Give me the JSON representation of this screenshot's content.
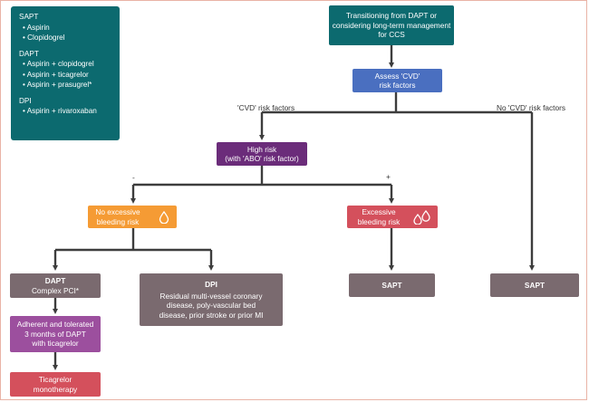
{
  "legend": {
    "sapt_title": "SAPT",
    "sapt_items": [
      "• Aspirin",
      "• Clopidogrel"
    ],
    "dapt_title": "DAPT",
    "dapt_items": [
      "• Aspirin + clopidogrel",
      "• Aspirin + ticagrelor",
      "• Aspirin + prasugrel*"
    ],
    "dpi_title": "DPI",
    "dpi_items": [
      "• Aspirin + rivaroxaban"
    ]
  },
  "nodes": {
    "start": [
      "Transitioning from DAPT or",
      "considering long-term management",
      "for CCS"
    ],
    "assess": [
      "Assess 'CVD'",
      "risk factors"
    ],
    "high_risk": [
      "High risk",
      "(with 'ABO' risk factor)"
    ],
    "no_bleed": [
      "No excessive",
      "bleeding risk"
    ],
    "excess_bleed": [
      "Excessive",
      "bleeding risk"
    ],
    "dapt_title": "DAPT",
    "dapt_sub": "Complex PCI*",
    "dpi_title": "DPI",
    "dpi_sub": [
      "Residual multi-vessel coronary",
      "disease, poly-vascular bed",
      "disease, prior stroke or prior MI"
    ],
    "sapt_mid": "SAPT",
    "sapt_right": "SAPT",
    "adherent": [
      "Adherent and tolerated",
      "3 months of DAPT",
      "with ticagrelor"
    ],
    "tica": [
      "Ticagrelor",
      "monotherapy"
    ]
  },
  "edge_labels": {
    "cvd_yes": "'CVD' risk factors",
    "cvd_no": "No 'CVD' risk factors",
    "minus": "-",
    "plus": "+"
  },
  "colors": {
    "teal": "#0c6a6f",
    "blue": "#4a6fc0",
    "purple": "#6b2c7a",
    "orange": "#f59b34",
    "red": "#d4505c",
    "grey": "#7a6a6f",
    "violet": "#9c4f9e",
    "arrow": "#3d3d3d"
  },
  "icons": {
    "single_drop": "drop-icon",
    "double_drop": "double-drop-icon"
  }
}
